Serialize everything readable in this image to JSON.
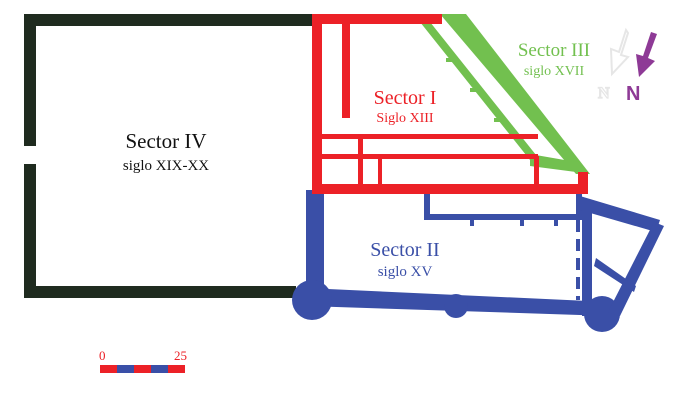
{
  "colors": {
    "sector_iv": "#1f2b1f",
    "sector_i": "#ec2127",
    "sector_ii": "#3a4fa7",
    "sector_iii": "#72c04f",
    "north_arrow": "#8e3a96",
    "ghost_arrow": "#e6e6e6",
    "background": "#ffffff"
  },
  "sectors": {
    "iv": {
      "name": "Sector IV",
      "period": "siglo XIX-XX"
    },
    "i": {
      "name": "Sector I",
      "period": "Siglo XIII"
    },
    "ii": {
      "name": "Sector II",
      "period": "siglo XV"
    },
    "iii": {
      "name": "Sector III",
      "period": "siglo XVII"
    }
  },
  "north": {
    "label": "N",
    "ghost_label": "N",
    "arrow_icon": "north-arrow-icon"
  },
  "scale": {
    "start": "0",
    "end": "25"
  }
}
